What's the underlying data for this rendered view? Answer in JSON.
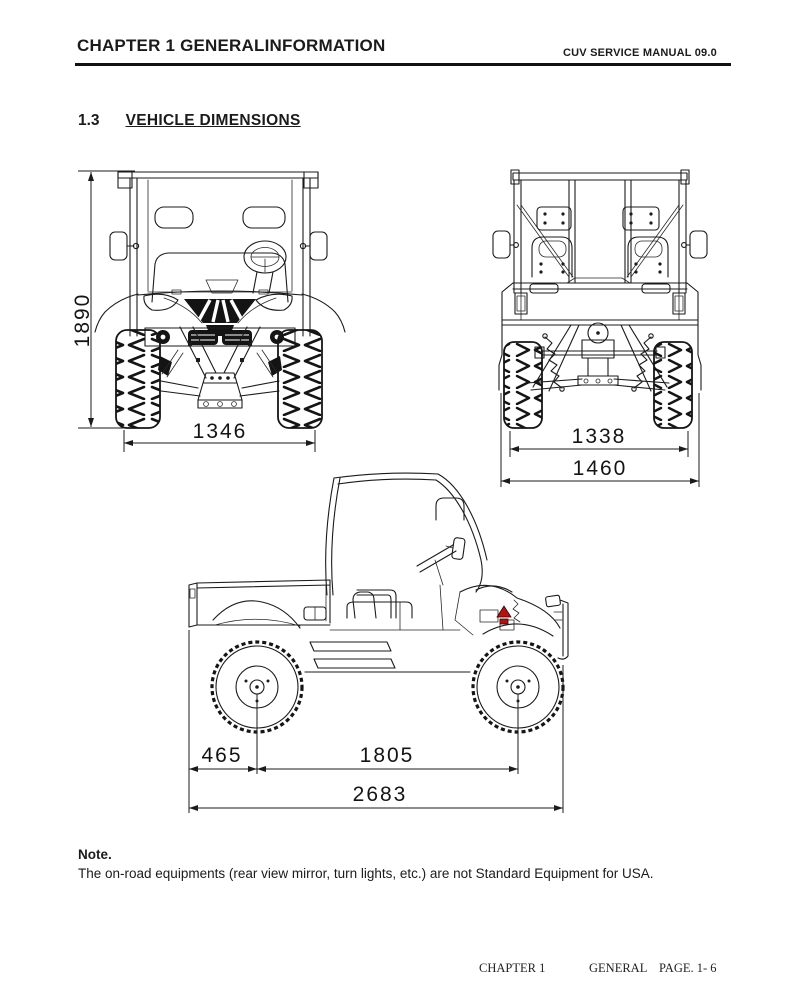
{
  "header": {
    "title": "CHAPTER 1 GENERALINFORMATION",
    "manual_ref": "CUV SERVICE MANUAL 09.0"
  },
  "section": {
    "number": "1.3",
    "title": "VEHICLE DIMENSIONS"
  },
  "drawings": {
    "front_view": {
      "overall_height_mm": "1890",
      "front_track_mm": "1346"
    },
    "rear_view": {
      "rear_track_mm": "1338",
      "overall_width_mm": "1460"
    },
    "side_view": {
      "rear_overhang_mm": "465",
      "wheelbase_mm": "1805",
      "overall_length_mm": "2683"
    }
  },
  "note": {
    "label": "Note.",
    "text": "The on-road equipments (rear view mirror, turn lights, etc.) are not Standard Equipment for USA."
  },
  "footer": {
    "chapter": "CHAPTER 1",
    "section": "GENERAL",
    "page": "PAGE. 1- 6"
  },
  "colors": {
    "ink": "#1b1b1b",
    "accent_red": "#aa1515",
    "paper": "#ffffff"
  }
}
